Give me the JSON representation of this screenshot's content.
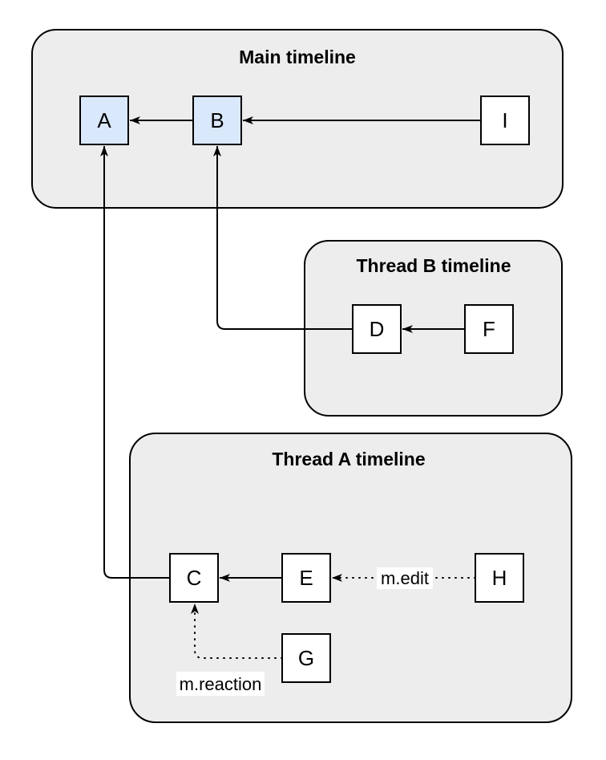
{
  "diagram": {
    "kind": "timeline-dag",
    "colors": {
      "background": "#ffffff",
      "container_fill": "#ededed",
      "container_stroke": "#000000",
      "node_fill": "#ffffff",
      "node_highlight_fill": "#dae8fc",
      "node_stroke": "#000000",
      "edge_color": "#000000",
      "label_bg": "#ffffff"
    },
    "containers": {
      "main": {
        "title": "Main timeline",
        "nodes": [
          "A",
          "B",
          "I"
        ]
      },
      "thread_b": {
        "title": "Thread B timeline",
        "nodes": [
          "D",
          "F"
        ]
      },
      "thread_a": {
        "title": "Thread A timeline",
        "nodes": [
          "C",
          "E",
          "H",
          "G"
        ]
      }
    },
    "nodes": {
      "a": {
        "label": "A",
        "highlighted": true
      },
      "b": {
        "label": "B",
        "highlighted": true
      },
      "i": {
        "label": "I",
        "highlighted": false
      },
      "d": {
        "label": "D",
        "highlighted": false
      },
      "f": {
        "label": "F",
        "highlighted": false
      },
      "c": {
        "label": "C",
        "highlighted": false
      },
      "e": {
        "label": "E",
        "highlighted": false
      },
      "h": {
        "label": "H",
        "highlighted": false
      },
      "g": {
        "label": "G",
        "highlighted": false
      }
    },
    "edges": [
      {
        "source": "B",
        "target": "A",
        "style": "solid",
        "label": ""
      },
      {
        "source": "I",
        "target": "B",
        "style": "solid",
        "label": ""
      },
      {
        "source": "F",
        "target": "D",
        "style": "solid",
        "label": ""
      },
      {
        "source": "D",
        "target": "B",
        "style": "solid",
        "label": ""
      },
      {
        "source": "E",
        "target": "C",
        "style": "solid",
        "label": ""
      },
      {
        "source": "C",
        "target": "A",
        "style": "solid",
        "label": ""
      },
      {
        "source": "H",
        "target": "E",
        "style": "dotted",
        "label": "m.edit"
      },
      {
        "source": "G",
        "target": "C",
        "style": "dotted",
        "label": "m.reaction"
      }
    ]
  }
}
